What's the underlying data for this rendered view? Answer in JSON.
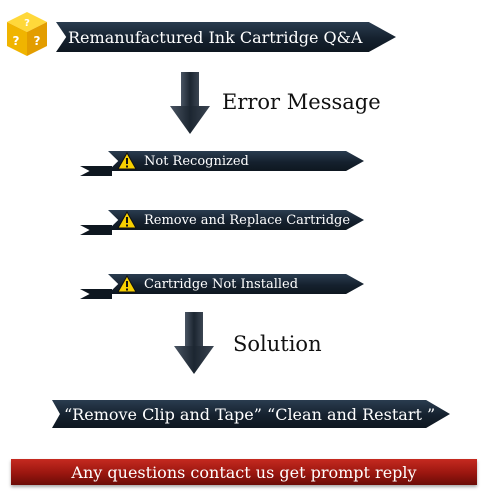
{
  "header": {
    "logo_icon": "question-dice-icon",
    "title": "Remanufactured Ink Cartridge Q&A"
  },
  "steps": {
    "error_label": "Error Message",
    "solution_label": "Solution"
  },
  "errors": [
    {
      "label": "Not Recognized",
      "icon": "warning-icon"
    },
    {
      "label": "Remove and Replace Cartridge",
      "icon": "warning-icon"
    },
    {
      "label": "Cartridge Not Installed",
      "icon": "warning-icon"
    }
  ],
  "solution": {
    "text": "“Remove Clip and Tape” “Clean and Restart ”"
  },
  "footer": {
    "text": "Any questions contact us get prompt reply"
  },
  "colors": {
    "ribbon": "#15212e",
    "footer": "#9a160f",
    "logo": "#f5c400",
    "warning": "#f7d000"
  }
}
